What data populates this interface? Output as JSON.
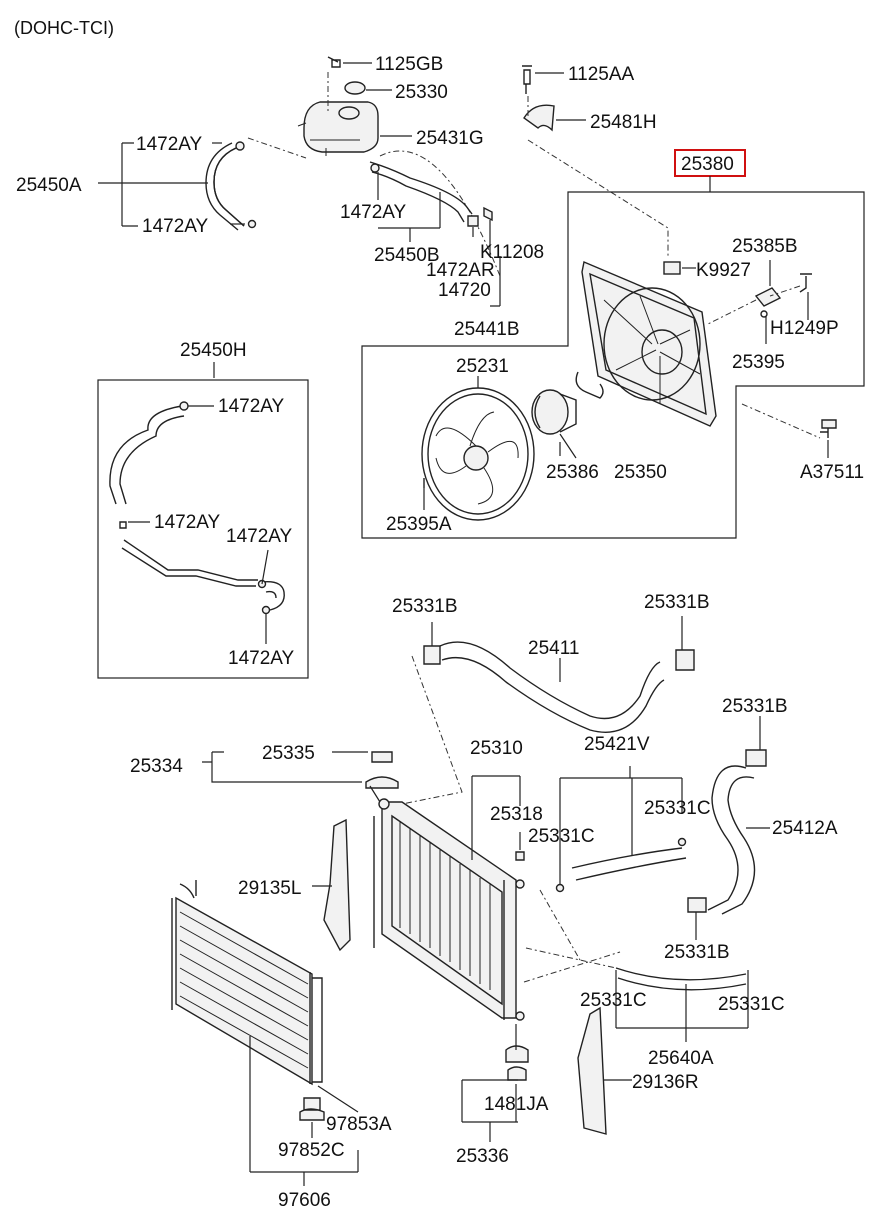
{
  "title": "(DOHC-TCI)",
  "highlight_color": "#d01010",
  "labels": {
    "p1125GB": "1125GB",
    "p25330": "25330",
    "p25431G": "25431G",
    "p1472AY_a": "1472AY",
    "p25450A": "25450A",
    "p1472AY_b": "1472AY",
    "p1472AY_c": "1472AY",
    "p25450B": "25450B",
    "p1472AR": "1472AR",
    "pK11208": "K11208",
    "p14720": "14720",
    "p25441B": "25441B",
    "p1125AA": "1125AA",
    "p25481H": "25481H",
    "p25380": "25380",
    "p25385B": "25385B",
    "pK9927": "K9927",
    "pH1249P": "H1249P",
    "p25395": "25395",
    "p25231": "25231",
    "p25386": "25386",
    "p25350": "25350",
    "p25395A": "25395A",
    "pA37511": "A37511",
    "p25450H": "25450H",
    "p1472AY_d": "1472AY",
    "p1472AY_e": "1472AY",
    "p1472AY_f": "1472AY",
    "p1472AY_g": "1472AY",
    "p25331B_a": "25331B",
    "p25331B_b": "25331B",
    "p25411": "25411",
    "p25331B_c": "25331B",
    "p25335": "25335",
    "p25334": "25334",
    "p25310": "25310",
    "p25421V": "25421V",
    "p25318": "25318",
    "p25331C_a": "25331C",
    "p25331C_b": "25331C",
    "p25412A": "25412A",
    "p29135L": "29135L",
    "p25331B_d": "25331B",
    "p25331C_c": "25331C",
    "p25331C_d": "25331C",
    "p25640A": "25640A",
    "p29136R": "29136R",
    "p1481JA": "1481JA",
    "p97853A": "97853A",
    "p97852C": "97852C",
    "p25336": "25336",
    "p97606": "97606"
  }
}
